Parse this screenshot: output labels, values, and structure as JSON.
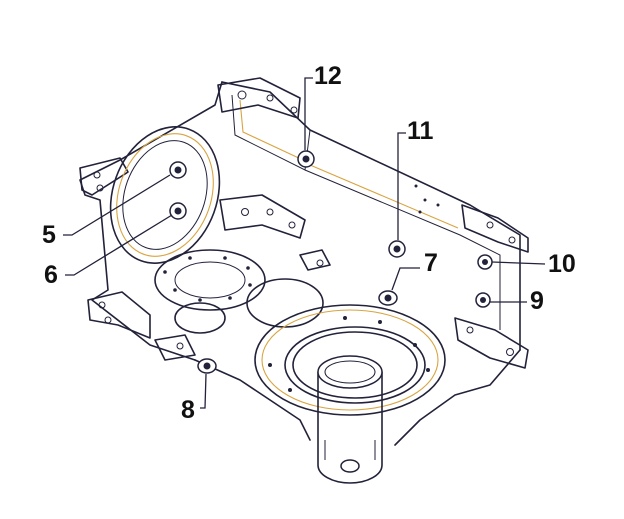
{
  "drawing": {
    "line_color": "#22223a",
    "accent_color": "#d9a441",
    "background": "#ffffff"
  },
  "callouts": {
    "c5": "5",
    "c6": "6",
    "c7": "7",
    "c8": "8",
    "c9": "9",
    "c10": "10",
    "c11": "11",
    "c12": "12"
  }
}
